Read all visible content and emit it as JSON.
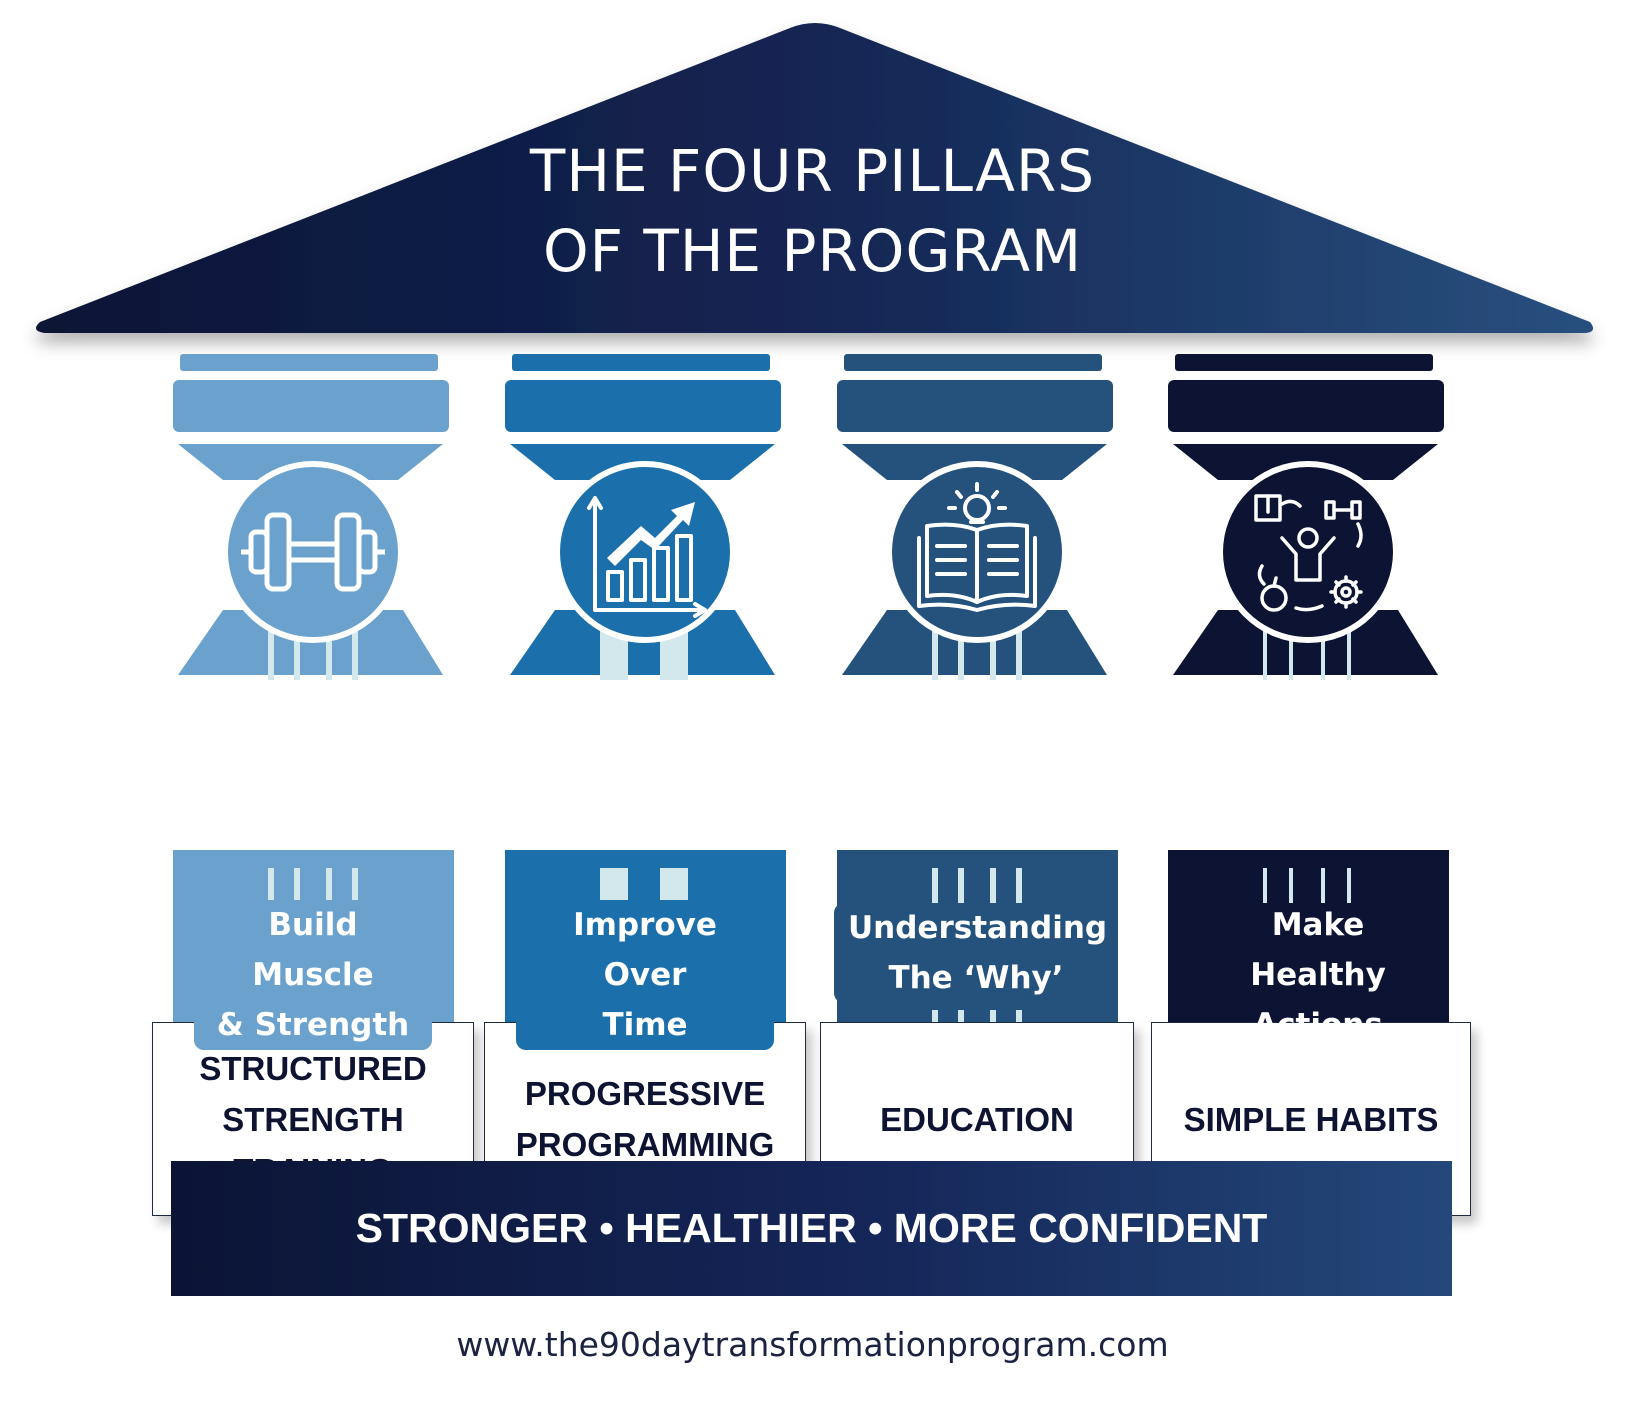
{
  "title": {
    "line1": "THE FOUR PILLARS",
    "line2": "OF THE PROGRAM"
  },
  "colors": {
    "roof_dark": "#0b1435",
    "roof_light": "#25497a",
    "pillar1": "#6aa1cd",
    "pillar2": "#1b6faa",
    "pillar3": "#24527c",
    "pillar4": "#0d1433",
    "flute": "#d3e8ec"
  },
  "pillars": [
    {
      "label": "STRUCTURED\nSTRENGTH\nTRAINING",
      "description": "Build Muscle\n& Strength",
      "icon": "dumbbell-icon"
    },
    {
      "label": "PROGRESSIVE\nPROGRAMMING",
      "description": "Improve Over\nTime",
      "icon": "growth-chart-icon"
    },
    {
      "label": "EDUCATION",
      "description": "Understanding\nThe ‘Why’",
      "icon": "book-lightbulb-icon"
    },
    {
      "label": "SIMPLE HABITS",
      "description": "Make\nHealthy\nActions\nRepeatable",
      "icon": "habit-cycle-icon"
    }
  ],
  "base": {
    "tagline": "STRONGER • HEALTHIER • MORE CONFIDENT"
  },
  "website": "www.the90daytransformationprogram.com"
}
